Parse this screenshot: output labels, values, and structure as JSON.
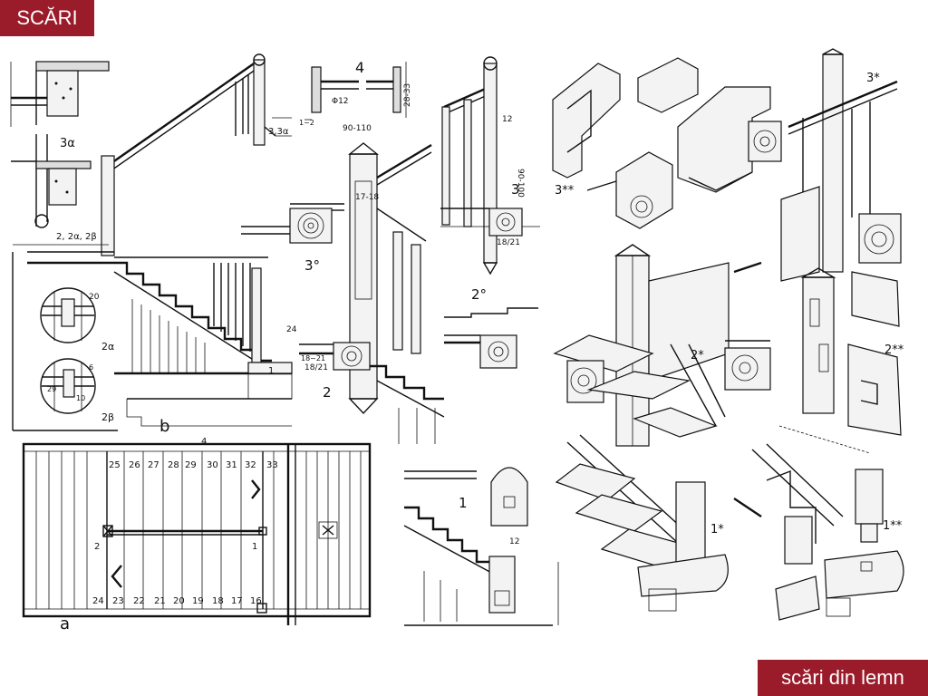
{
  "title": "SCĂRI",
  "footer": "scări din lemn",
  "colors": {
    "accent": "#9a1b2a",
    "ink": "#111111",
    "paper": "#ffffff"
  },
  "labels": {
    "d3a": "3α",
    "d22a2b": "2, 2α, 2β",
    "d2a": "2α",
    "d2b": "2β",
    "db": "b",
    "da": "a",
    "d33a": "3,3α",
    "d3o": "3°",
    "d2o": "2°",
    "d2": "2",
    "d3": "3",
    "d4": "4",
    "d1": "1",
    "d1top": "1",
    "d24": "24",
    "d1b": "1",
    "d2plan": "2",
    "d1plan": "1",
    "d3s": "3*",
    "d3ss": "3**",
    "d2s": "2*",
    "d2ss": "2**",
    "d1s": "1*",
    "d1ss": "1**",
    "dim_90110": "90-110",
    "dim_90100": "90-100",
    "dim_2833": "28-33",
    "dim_12": "12",
    "dim_phi12": "Φ12",
    "dim_1718": "17-18",
    "dim_1821": "18/21",
    "dim_1821b": "18/21",
    "dim_1821c": "18~21",
    "dim_12b": "12",
    "dim_4": "4",
    "dim_10": "10",
    "dim_29": "29",
    "dim_20": "20",
    "dim_6": "6",
    "dim_12c": "1~2"
  },
  "plan": {
    "upper_steps": [
      "25",
      "26",
      "27",
      "28",
      "29",
      "30",
      "31",
      "32",
      "33"
    ],
    "lower_steps": [
      "24",
      "23",
      "22",
      "21",
      "20",
      "19",
      "18",
      "17",
      "16"
    ]
  }
}
